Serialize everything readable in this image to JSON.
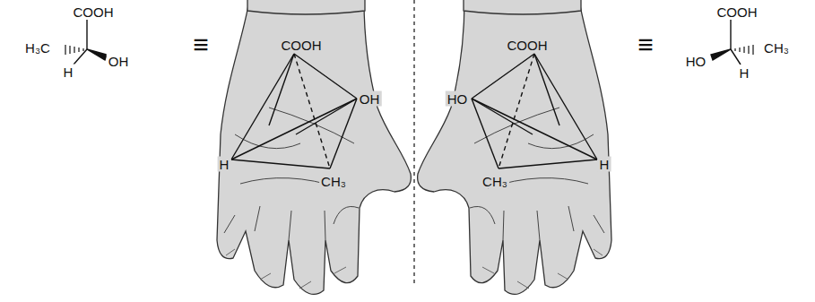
{
  "diagram": {
    "labels": [
      "COOH",
      "H₃C",
      "H",
      "OH",
      "≡",
      "COOH",
      "H",
      "OH",
      "CH₃",
      "COOH",
      "HO",
      "H",
      "CH₃",
      "≡",
      "COOH",
      "HO",
      "CH₃",
      "H"
    ]
  }
}
